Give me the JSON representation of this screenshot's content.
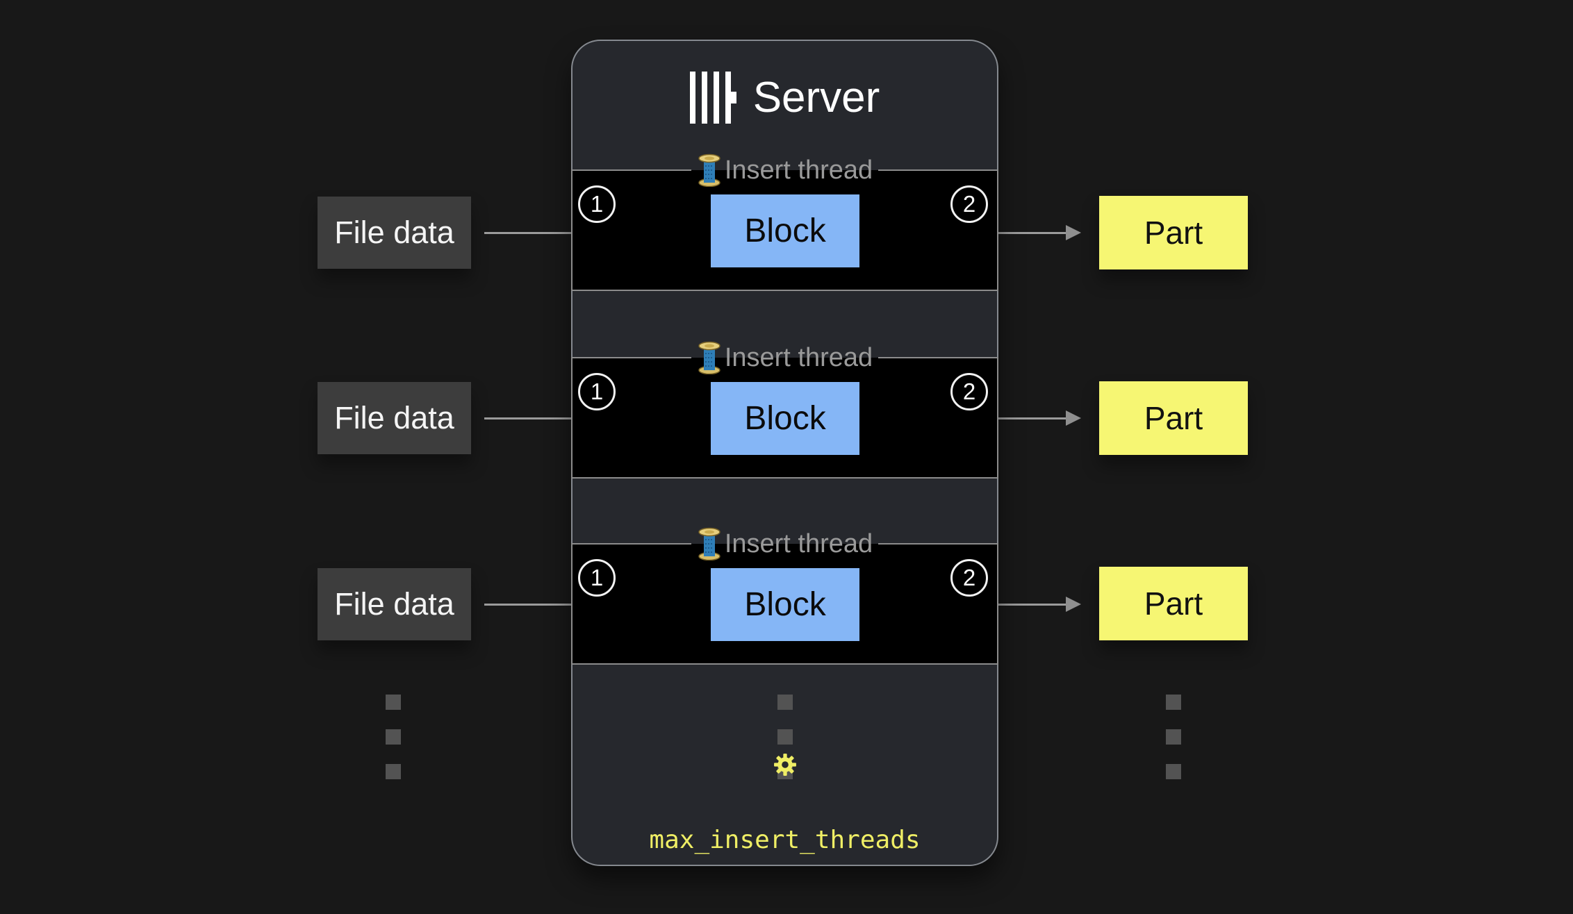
{
  "server": {
    "title": "Server",
    "logo_icon": "clickhouse-bars-logo",
    "setting_icon": "gear-icon",
    "setting_label": "max_insert_threads"
  },
  "rows": [
    {
      "label": "Insert thread",
      "icon": "thread-spool-icon",
      "step_in": "1",
      "block": "Block",
      "step_out": "2",
      "input": "File data",
      "output": "Part"
    },
    {
      "label": "Insert thread",
      "icon": "thread-spool-icon",
      "step_in": "1",
      "block": "Block",
      "step_out": "2",
      "input": "File data",
      "output": "Part"
    },
    {
      "label": "Insert thread",
      "icon": "thread-spool-icon",
      "step_in": "1",
      "block": "Block",
      "step_out": "2",
      "input": "File data",
      "output": "Part"
    }
  ],
  "ellipsis": {
    "columns": "3",
    "dots_per_column": "3"
  },
  "colors": {
    "page_background": "#181818",
    "server_background": "#26282d",
    "server_border": "#85898f",
    "thread_box_background": "#000000",
    "thread_box_border": "#8c8c8c",
    "block_fill": "#85b6f6",
    "part_fill": "#f6f673",
    "file_data_fill": "#3d3d3d",
    "arrow": "#9b9b9b",
    "legend_text": "#9a9a9a",
    "setting_accent": "#efee65"
  }
}
